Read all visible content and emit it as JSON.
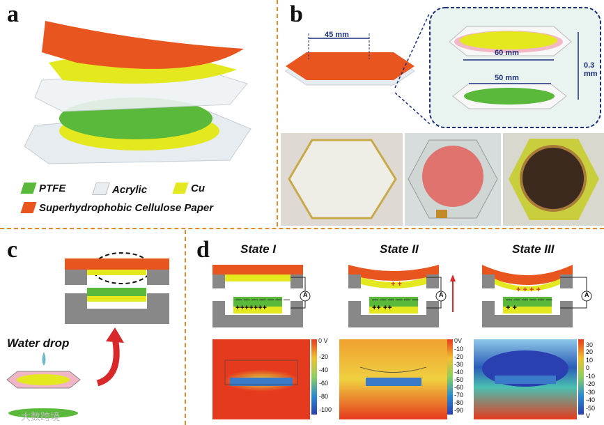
{
  "panels": {
    "a": "a",
    "b": "b",
    "c": "c",
    "d": "d"
  },
  "legend": {
    "ptfe": {
      "label": "PTFE",
      "color": "#5ab83a"
    },
    "acrylic": {
      "label": "Acrylic",
      "color": "#e9eef2"
    },
    "cu": {
      "label": "Cu",
      "color": "#e3e81f"
    },
    "paper": {
      "label": "Superhydrophobic Cellulose Paper",
      "color": "#e8551e"
    }
  },
  "dimensions": {
    "width": "45 mm",
    "top_diameter": "60 mm",
    "bottom_diameter": "50 mm",
    "gap": "0.3 mm"
  },
  "water_drop_label": "Water drop",
  "states": [
    {
      "title": "State I",
      "top_charges": "",
      "bottom_charges": "+++++++",
      "ptfe_charges": "— — — — — — —",
      "colorbar_top": "0 V",
      "colorbar_ticks": [
        "-20",
        "-40",
        "-60",
        "-80",
        "-100"
      ]
    },
    {
      "title": "State II",
      "top_charges": "+ +",
      "bottom_charges": "++  ++",
      "ptfe_charges": "— — — — — —",
      "colorbar_top": "0V",
      "colorbar_ticks": [
        "-10",
        "-20",
        "-30",
        "-40",
        "-50",
        "-60",
        "-70",
        "-80",
        "-90"
      ]
    },
    {
      "title": "State III",
      "top_charges": "+ + + +",
      "bottom_charges": "+         +",
      "ptfe_charges": "— — — — — —",
      "colorbar_top": "30",
      "colorbar_ticks": [
        "20",
        "10",
        "0",
        "-10",
        "-20",
        "-30",
        "-40",
        "-50"
      ],
      "colorbar_unit": "V"
    }
  ],
  "ammeter": "A",
  "watermark": "大数跨境"
}
